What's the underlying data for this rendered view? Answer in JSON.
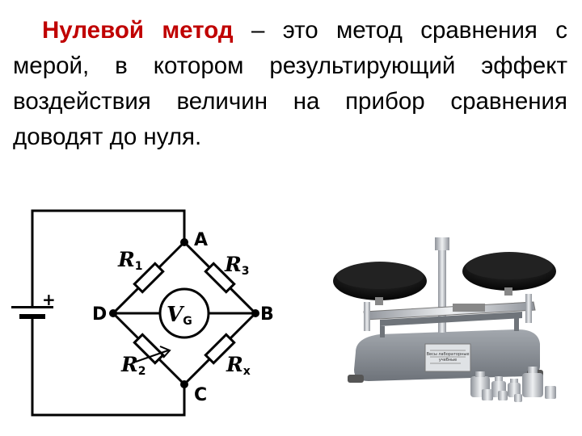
{
  "definition": {
    "term": "Нулевой метод",
    "text": " – это метод сравнения с мерой, в котором результирующий эффект воздействия величин на прибор сравнения доводят до нуля."
  },
  "circuit": {
    "node_a": "A",
    "node_b": "B",
    "node_c": "C",
    "node_d": "D",
    "battery_plus": "+",
    "r1": {
      "symbol": "R",
      "sub": "1"
    },
    "r2": {
      "symbol": "R",
      "sub": "2"
    },
    "r3": {
      "symbol": "R",
      "sub": "3"
    },
    "rx": {
      "symbol": "R",
      "sub": "x"
    },
    "vg": {
      "symbol": "V",
      "sub": "G"
    }
  },
  "balance": {
    "plate_line_1": "Весы лабораторные",
    "plate_line_2": "учебные",
    "colors": {
      "body": "#8a8f96",
      "pan": "#111111",
      "chrome": "#c9ccd1"
    }
  }
}
